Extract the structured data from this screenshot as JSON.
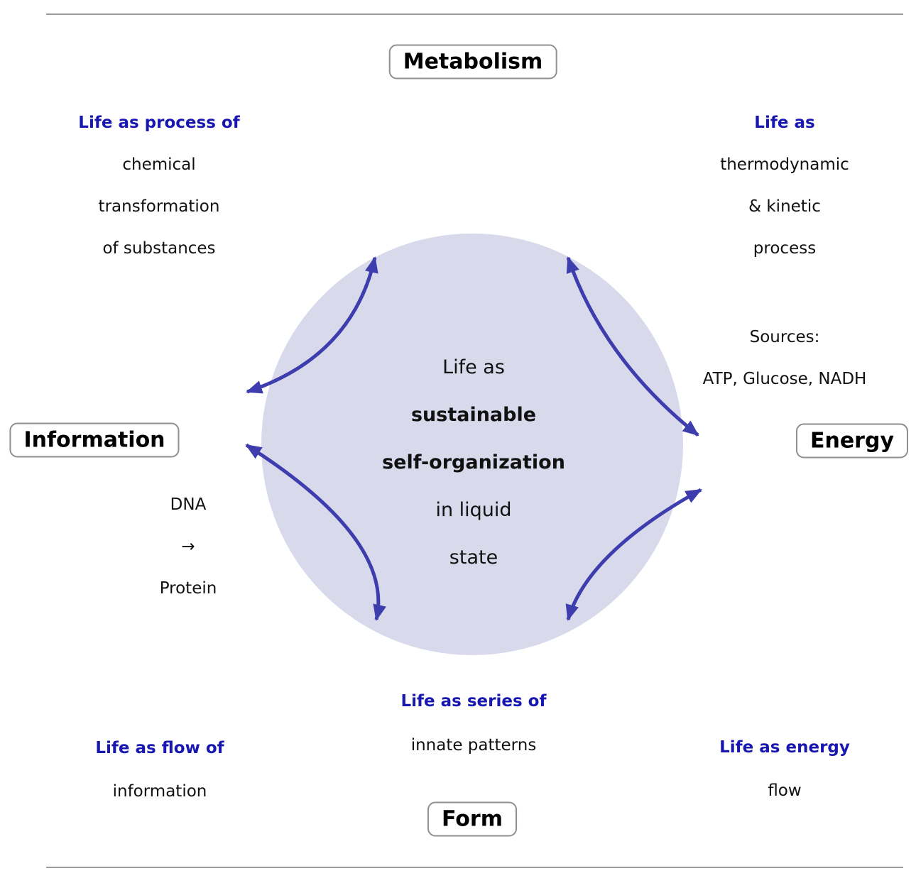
{
  "title": "Life as sustainable self-organization diagram",
  "colors": {
    "heading_navy": "#1818b0",
    "arrow_indigo": "#3d3dae",
    "circle_fill": "#d9d9ec",
    "box_border": "#8f8f8f",
    "rule_gray": "#9a9a9a",
    "text": "#111111"
  },
  "nodes": {
    "metabolism": {
      "label": "Metabolism"
    },
    "information": {
      "label": "Information"
    },
    "energy": {
      "label": "Energy"
    },
    "form": {
      "label": "Form"
    }
  },
  "center": {
    "lines": [
      "Life as",
      "sustainable",
      "self-organization",
      "in liquid",
      "state"
    ]
  },
  "annotations": {
    "metabolism_desc": {
      "heading": "Life as process of",
      "lines": [
        "chemical",
        "transformation",
        "of substances"
      ]
    },
    "energy_desc": {
      "heading": "Life as",
      "lines": [
        "thermodynamic",
        "& kinetic",
        "process"
      ]
    },
    "energy_sources": {
      "lines": [
        "Sources:",
        "ATP, Glucose, NADH"
      ]
    },
    "information_detail": {
      "lines": [
        "DNA",
        "→",
        "Protein"
      ]
    },
    "form_desc": {
      "heading": "Life as series of",
      "line": "innate patterns"
    },
    "information_desc": {
      "heading": "Life as flow of",
      "line": "information"
    },
    "energy_flow_desc": {
      "heading": "Life as energy",
      "line": "flow"
    }
  }
}
